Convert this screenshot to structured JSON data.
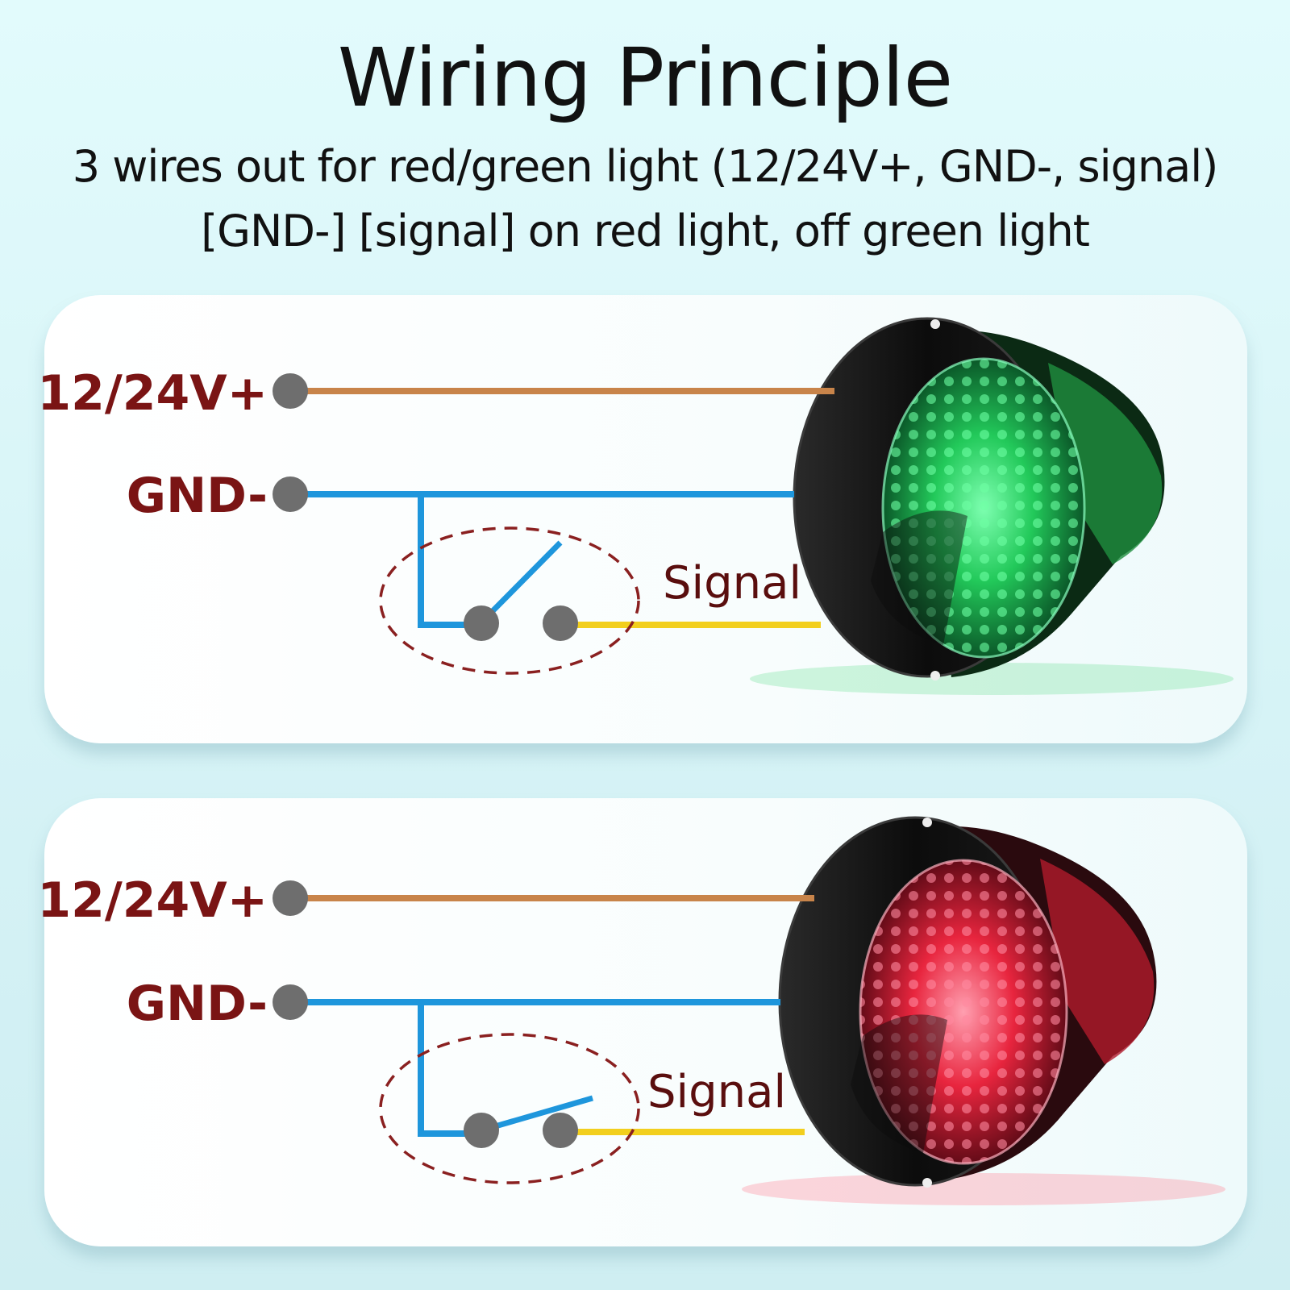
{
  "title": "Wiring Principle",
  "subtitle_line1": "3 wires out for red/green light (12/24V+, GND-, signal)",
  "subtitle_line2": "[GND-] [signal] on red light, off green light",
  "panels": [
    {
      "state": "green",
      "switch": "open",
      "labels": {
        "power": "12/24V+",
        "ground": "GND-",
        "signal": "Signal"
      }
    },
    {
      "state": "red",
      "switch": "closed",
      "labels": {
        "power": "12/24V+",
        "ground": "GND-",
        "signal": "Signal"
      }
    }
  ],
  "colors": {
    "power_wire": "#c8844a",
    "ground_wire": "#1e96dc",
    "signal_wire": "#f2cf1e",
    "terminal": "#6e6e6e",
    "label": "#7a1414",
    "dashed_circle": "#8a2020",
    "green_led": "#2de36a",
    "red_led": "#ff3c5a"
  }
}
